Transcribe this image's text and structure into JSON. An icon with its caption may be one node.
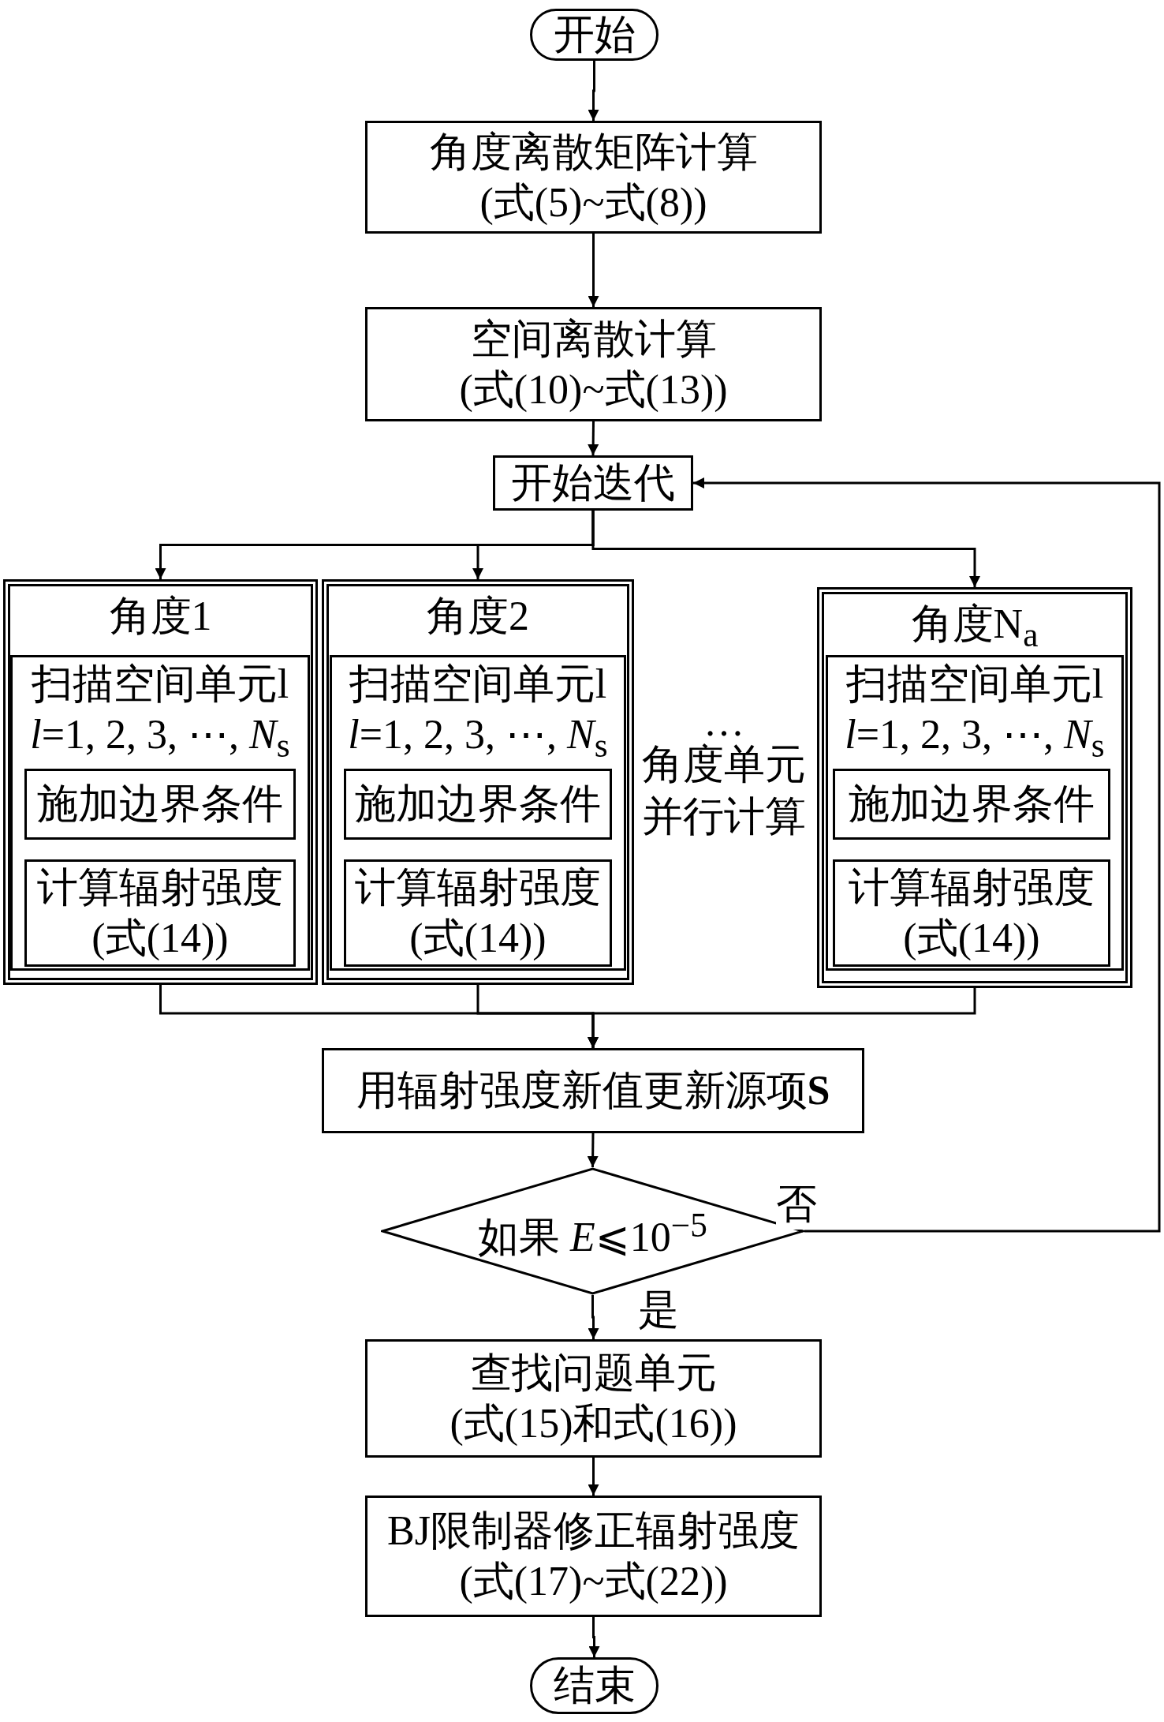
{
  "diagram": {
    "nodes": [
      {
        "text": [
          "开始"
        ]
      },
      {
        "text": [
          "角度离散矩阵计算",
          "(式(5)~式(8))"
        ]
      },
      {
        "text": [
          "空间离散计算",
          "(式(10)~式(13))"
        ]
      },
      {
        "text": [
          "开始迭代"
        ]
      },
      {
        "text": [
          "角度1"
        ]
      },
      {
        "text": [
          "扫描空间单元l",
          "*l*=1, 2, 3, ⋯, *N*$_{s}$"
        ],
        "in": 4
      },
      {
        "text": [
          "施加边界条件"
        ],
        "in": 5
      },
      {
        "text": [
          "计算辐射强度",
          "(式(14))"
        ],
        "in": 5
      },
      {
        "text": [
          "角度2"
        ]
      },
      {
        "text": [
          "扫描空间单元l",
          "*l*=1, 2, 3, ⋯, *N*$_{s}$"
        ],
        "in": 8
      },
      {
        "text": [
          "施加边界条件"
        ],
        "in": 9
      },
      {
        "text": [
          "计算辐射强度",
          "(式(14))"
        ],
        "in": 9
      },
      {
        "text": [
          "角度N$_{a}$"
        ]
      },
      {
        "text": [
          "扫描空间单元l",
          "*l*=1, 2, 3, ⋯, *N*$_{s}$"
        ],
        "in": 12
      },
      {
        "text": [
          "施加边界条件"
        ],
        "in": 13
      },
      {
        "text": [
          "计算辐射强度",
          "(式(14))"
        ],
        "in": 13
      },
      {
        "text": [
          "用辐射强度新值更新源项**S**"
        ]
      },
      {
        "text": [
          "如果 *E*⩽10$^{−5}$"
        ]
      },
      {
        "text": [
          "查找问题单元",
          "(式(15)和式(16))"
        ]
      },
      {
        "text": [
          "BJ限制器修正辐射强度",
          "(式(17)~式(22))"
        ]
      },
      {
        "text": [
          "结束"
        ]
      }
    ],
    "edges": [
      {
        "from": 0,
        "to": 1,
        "arrow": "to"
      },
      {
        "from": 1,
        "to": 2,
        "arrow": "to"
      },
      {
        "from": 2,
        "to": 3,
        "arrow": "to"
      },
      {
        "from": 3,
        "to": 4,
        "arrow": "to"
      },
      {
        "from": 3,
        "to": 8,
        "arrow": "to"
      },
      {
        "from": 3,
        "to": 12,
        "arrow": "to"
      },
      {
        "from": 4,
        "to": 16,
        "arrow": "to"
      },
      {
        "from": 8,
        "to": 16,
        "arrow": "to"
      },
      {
        "from": 12,
        "to": 16,
        "arrow": "to"
      },
      {
        "from": 16,
        "to": 17,
        "arrow": "to"
      },
      {
        "from": 17,
        "to": 18,
        "label": "是",
        "arrow": "to"
      },
      {
        "from": 17,
        "to": 3,
        "label": "否",
        "arrow": "to"
      },
      {
        "from": 18,
        "to": 19,
        "arrow": "to"
      },
      {
        "from": 19,
        "to": 20,
        "arrow": "to"
      }
    ],
    "labels": [
      "…",
      "角度单元并行计算"
    ]
  }
}
